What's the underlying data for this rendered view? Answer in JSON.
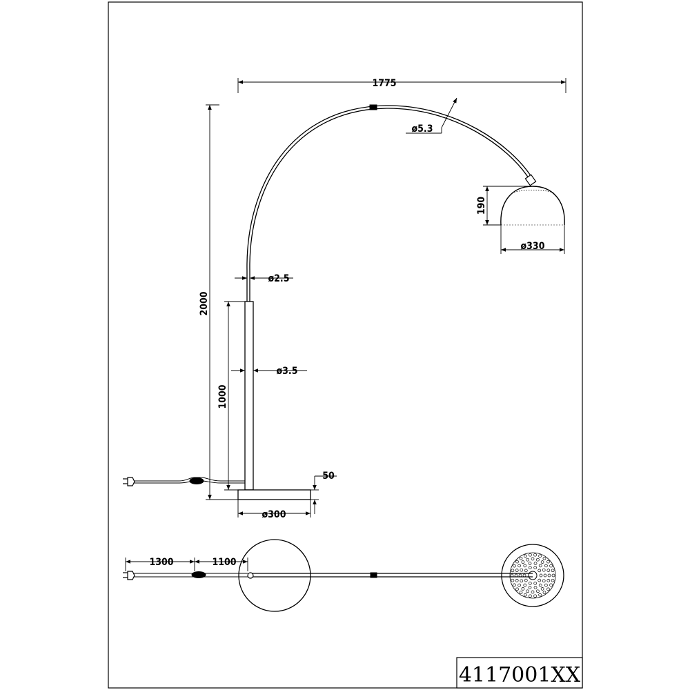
{
  "dimensions": {
    "arc_width": "1775",
    "arc_tube_diameter": "ø5.3",
    "shade_height": "190",
    "shade_diameter": "ø330",
    "neck_diameter": "ø2.5",
    "total_height": "2000",
    "pole_diameter": "ø3.5",
    "pole_height": "1000",
    "base_thickness": "50",
    "base_diameter": "ø300",
    "cord_length": "1300",
    "cord_to_switch": "1100"
  },
  "product_code": "4117001XX"
}
